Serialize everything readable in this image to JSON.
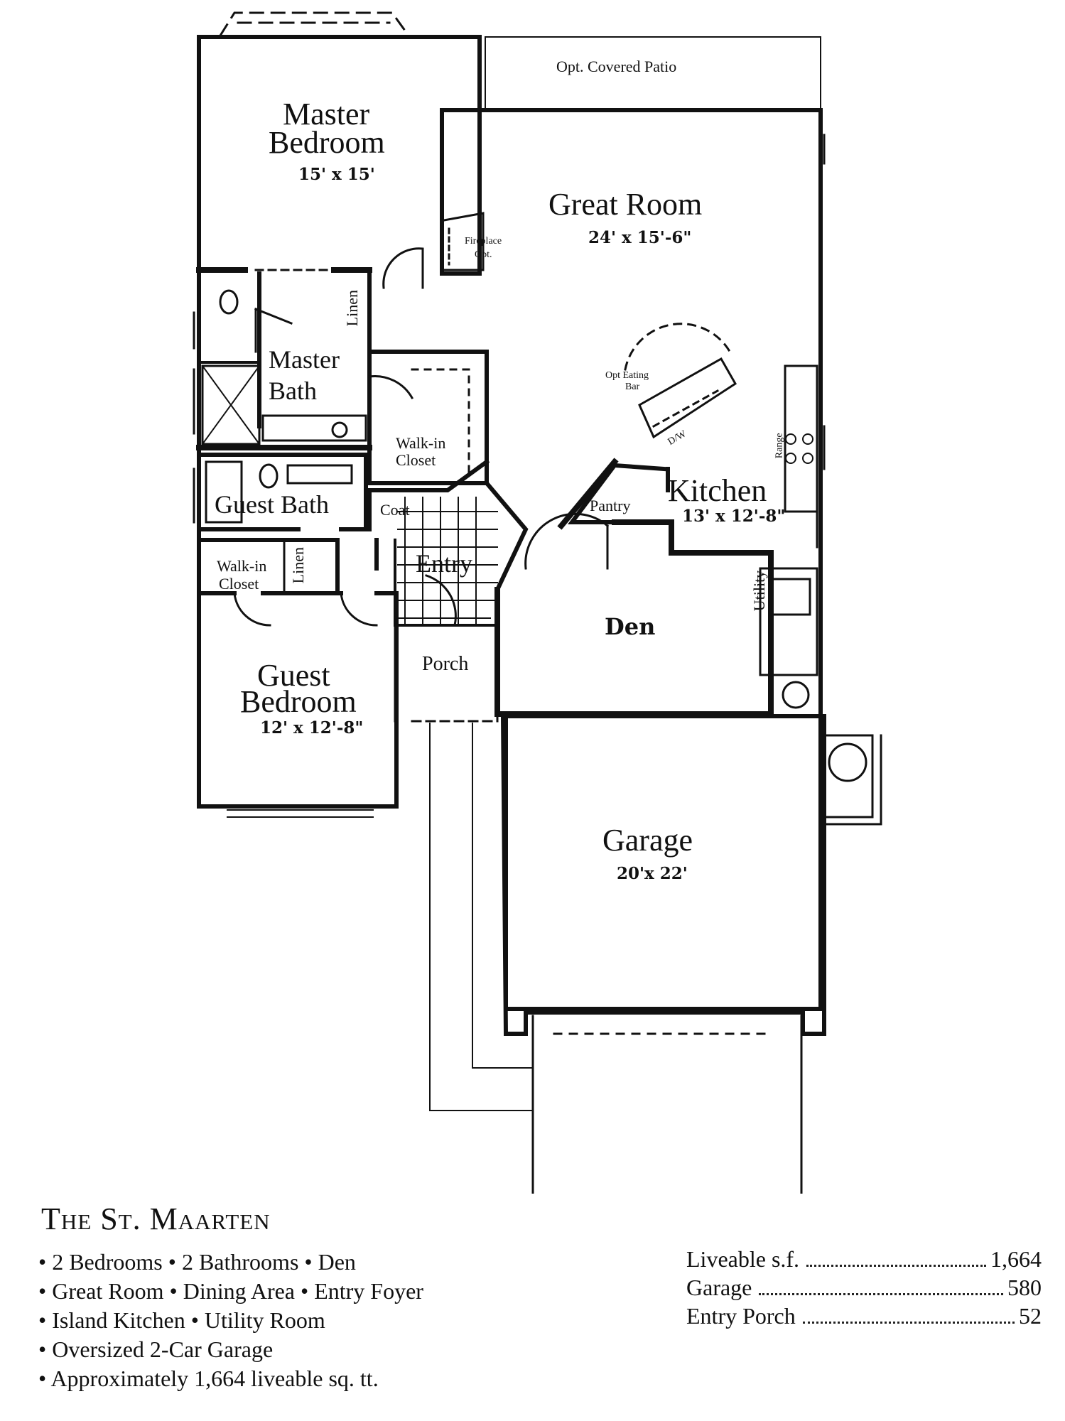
{
  "rooms": {
    "patio": "Opt. Covered Patio",
    "master_bedroom": "Master",
    "master_bedroom_2": "Bedroom",
    "master_bedroom_dim": "15' x 15'",
    "great_room": "Great Room",
    "great_room_dim": "24' x 15'-6\"",
    "fireplace": "Fireplace",
    "fireplace_2": "Opt.",
    "linen_1": "Linen",
    "master_bath": "Master",
    "master_bath_2": "Bath",
    "walkin_closet_1": "Walk-in",
    "walkin_closet_1b": "Closet",
    "opt_eating_bar": "Opt Eating",
    "opt_eating_bar_2": "Bar",
    "dw": "D/W",
    "range": "Range",
    "guest_bath": "Guest Bath",
    "coat": "Coat",
    "pantry": "Pantry",
    "kitchen": "Kitchen",
    "kitchen_dim": "13' x 12'-8\"",
    "walkin_closet_2": "Walk-in",
    "walkin_closet_2b": "Closet",
    "linen_2": "Linen",
    "entry": "Entry",
    "utility": "Utility",
    "den": "Den",
    "porch": "Porch",
    "guest_bedroom": "Guest",
    "guest_bedroom_2": "Bedroom",
    "guest_bedroom_dim": "12' x 12'-8\"",
    "garage": "Garage",
    "garage_dim": "20'x 22'"
  },
  "info": {
    "title": "The St. Maarten",
    "features": [
      "2 Bedrooms • 2 Bathrooms • Den",
      "Great Room • Dining Area • Entry Foyer",
      "Island Kitchen • Utility Room",
      "Oversized 2-Car Garage",
      "Approximately 1,664 liveable sq. tt."
    ],
    "stats": [
      {
        "label": "Liveable s.f.",
        "value": "1,664"
      },
      {
        "label": "Garage",
        "value": "580"
      },
      {
        "label": "Entry Porch",
        "value": "52"
      }
    ]
  }
}
